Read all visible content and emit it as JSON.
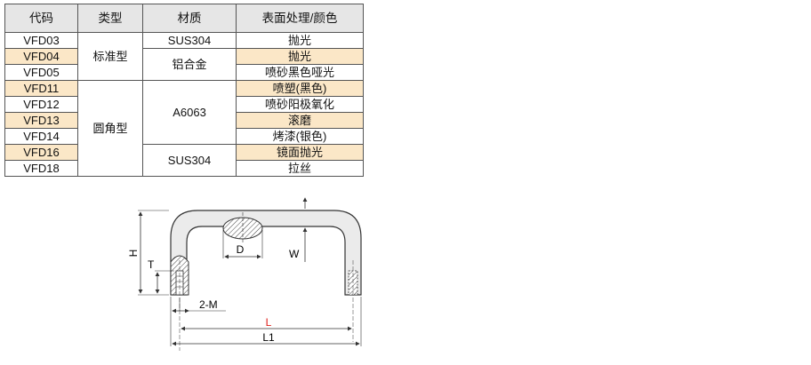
{
  "table": {
    "headers": [
      "代码",
      "类型",
      "材质",
      "表面处理/颜色"
    ],
    "codes": [
      "VFD03",
      "VFD04",
      "VFD05",
      "VFD11",
      "VFD12",
      "VFD13",
      "VFD14",
      "VFD16",
      "VFD18"
    ],
    "types": [
      "标准型",
      "圆角型"
    ],
    "materials": [
      "SUS304",
      "铝合金",
      "A6063",
      "SUS304"
    ],
    "finishes": [
      "抛光",
      "抛光",
      "喷砂黑色哑光",
      "喷塑(黑色)",
      "喷砂阳极氧化",
      "滚磨",
      "烤漆(银色)",
      "镜面抛光",
      "拉丝"
    ],
    "highlight_color": "#fbe7c7",
    "header_bg": "#e6e6e6"
  },
  "drawing": {
    "labels": {
      "H": "H",
      "T": "T",
      "D": "D",
      "W": "W",
      "M": "2-M",
      "L": "L",
      "L1": "L1"
    },
    "accent_L": "#e0201b"
  }
}
